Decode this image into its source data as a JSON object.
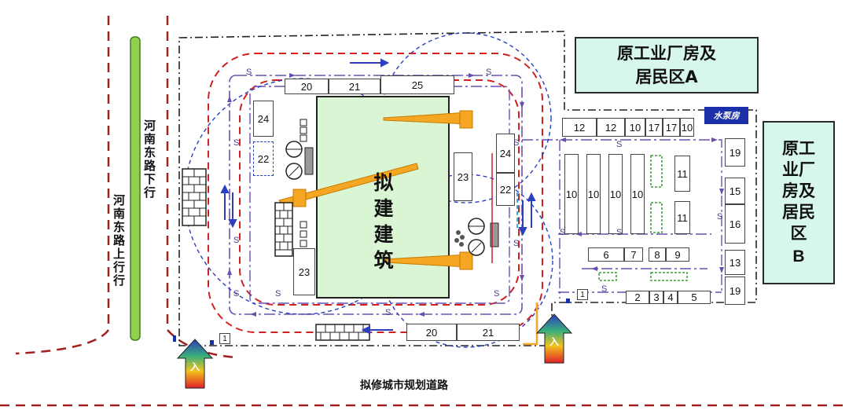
{
  "roads": {
    "upper_row": "河南东路下行",
    "lower_row": "河南东路上行行",
    "bottom_road": "拟修城市规划道路"
  },
  "building": {
    "label": "拟\n建\n建\n筑"
  },
  "zones": {
    "zone_a": "原工业厂房及\n居民区A",
    "zone_b_main": "原工\n业厂\n房及\n居民\n区",
    "zone_b_letter": "B",
    "pump_house": "水泵房"
  },
  "markers": {
    "s": "S",
    "entry": "入"
  },
  "facilities": {
    "f20_top": "20",
    "f21_top": "21",
    "f25": "25",
    "f24_left": "24",
    "f22_left": "22",
    "f23_left": "23",
    "f23_right": "23",
    "f24_right": "24",
    "f22_right": "22",
    "f20_bottom": "20",
    "f21_bottom": "21",
    "f1_left": "1",
    "f1_right": "1",
    "f12a": "12",
    "f12b": "12",
    "f10_row": "10",
    "f17a": "17",
    "f17b": "17",
    "f10c": "10",
    "f10_1": "10",
    "f10_2": "10",
    "f10_3": "10",
    "f10_4": "10",
    "f11a": "11",
    "f11b": "11",
    "f6": "6",
    "f7": "7",
    "f8": "8",
    "f9": "9",
    "f2": "2",
    "f3": "3",
    "f4": "4",
    "f5": "5",
    "f19a": "19",
    "f15": "15",
    "f16": "16",
    "f13": "13",
    "f19b": "19"
  },
  "colors": {
    "building_fill": "#d9f5d3",
    "zone_fill": "#d8f7ec",
    "road_green": "#8fd14f",
    "fence_red": "#d02020",
    "route_blue": "#2b3fbf",
    "crane": "#f5a623",
    "pump_fill": "#1a2fa8"
  }
}
